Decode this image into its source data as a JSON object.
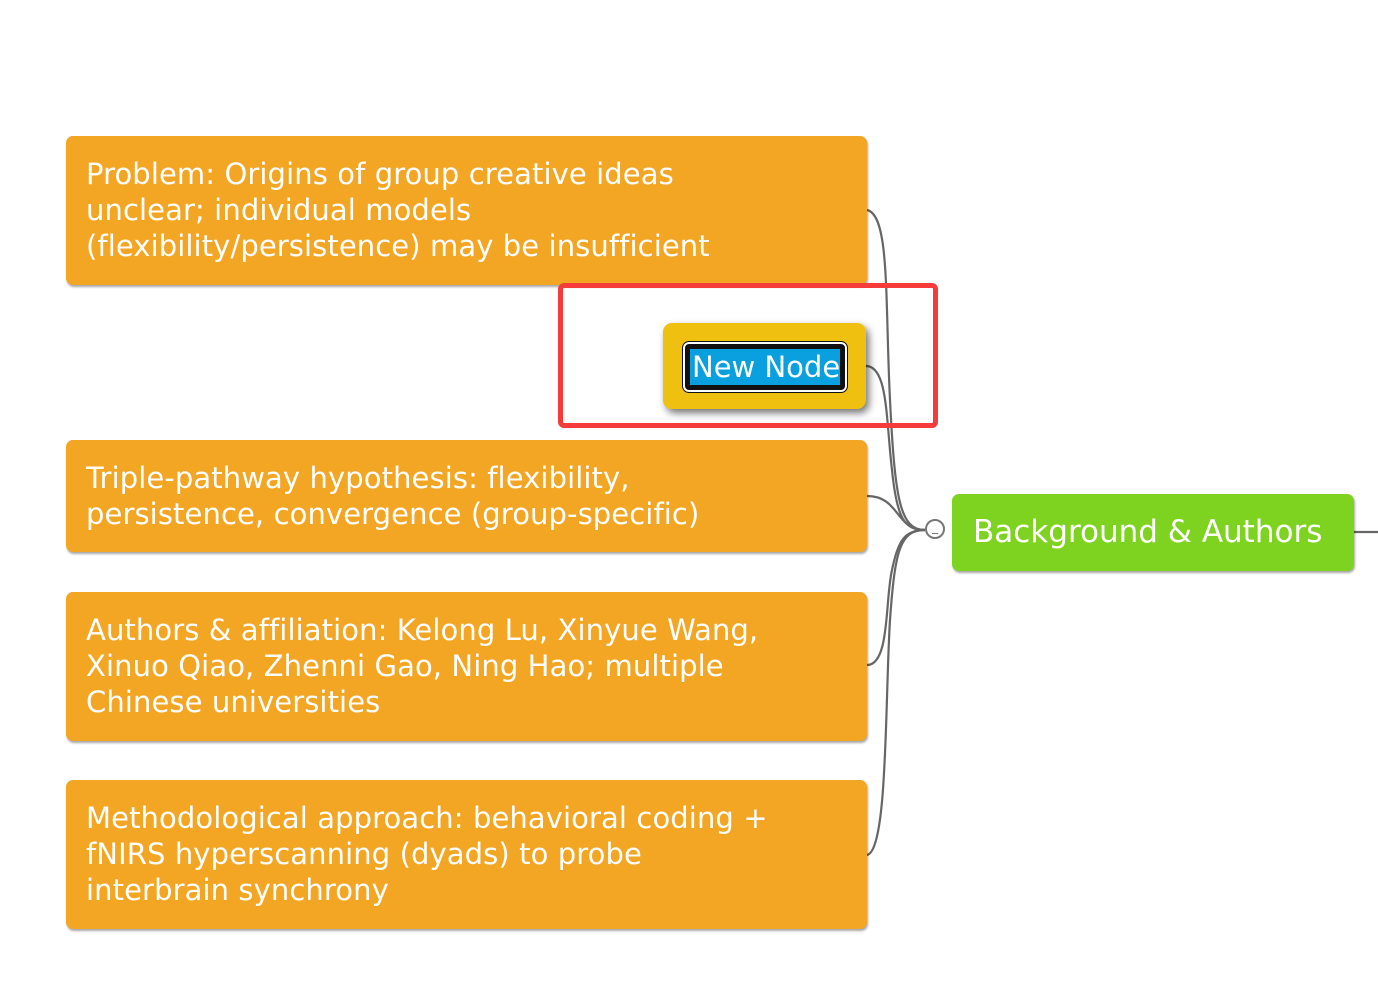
{
  "mindmap": {
    "root": {
      "label": "Background & Authors",
      "color": "#7ed321"
    },
    "children": [
      {
        "label": "Problem: Origins of group creative ideas\nunclear; individual models\n(flexibility/persistence) may be insufficient",
        "color": "#f3a624"
      },
      {
        "label": "New Node",
        "color": "#f0c010",
        "editing": true,
        "selected_text": "New Node"
      },
      {
        "label": "Triple-pathway hypothesis: flexibility,\npersistence, convergence (group-specific)",
        "color": "#f3a624"
      },
      {
        "label": "Authors & affiliation: Kelong Lu, Xinyue Wang,\nXinuo Qiao, Zhenni Gao, Ning Hao; multiple\nChinese universities",
        "color": "#f3a624"
      },
      {
        "label": "Methodological approach: behavioral coding +\nfNIRS hyperscanning (dyads) to probe\ninterbrain synchrony",
        "color": "#f3a624"
      }
    ],
    "collapse_toggle": {
      "icon": "collapse-circle-icon",
      "state": "expanded"
    },
    "highlight_color": "#f63b3b"
  }
}
